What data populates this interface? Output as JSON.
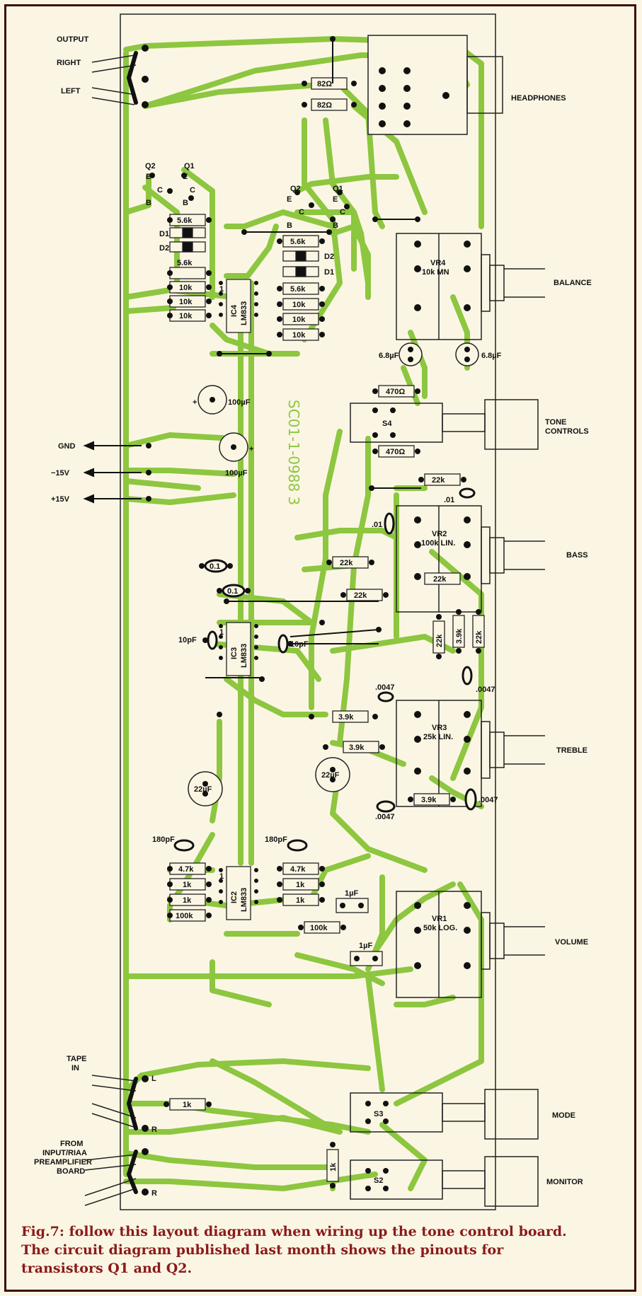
{
  "colors": {
    "trace": "#8dc63f",
    "board_bg": "#fbf6e4",
    "frame": "#3a0e0e",
    "caption": "#8b1a1a",
    "pad": "#111111"
  },
  "connectors": {
    "output": "OUTPUT",
    "right": "RIGHT",
    "left": "LEFT",
    "headphones": "HEADPHONES",
    "balance": "BALANCE",
    "tone_controls_1": "TONE",
    "tone_controls_2": "CONTROLS",
    "bass": "BASS",
    "treble": "TREBLE",
    "volume": "VOLUME",
    "mode": "MODE",
    "monitor": "MONITOR",
    "gnd": "GND",
    "minus15": "−15V",
    "plus15": "+15V",
    "tape_1": "TAPE",
    "tape_2": "IN",
    "tape_l": "L",
    "tape_r": "R",
    "from_1": "FROM",
    "from_2": "INPUT/RIAA",
    "from_3": "PREAMPLIFIER",
    "from_4": "BOARD",
    "from_r": "R"
  },
  "components": {
    "r82a": "82Ω",
    "r82b": "82Ω",
    "q2_left": "Q2",
    "q1_left": "Q1",
    "q2_right": "Q2",
    "q1_right": "Q1",
    "e": "E",
    "c": "C",
    "b": "B",
    "r56_1": "5.6k",
    "r56_2": "5.6k",
    "r56_3": "5.6k",
    "r56_4": "5.6k",
    "d1": "D1",
    "d2": "D2",
    "r10k": "10k",
    "ic4_1": "IC4",
    "ic4_2": "LM833",
    "ic3_1": "IC3",
    "ic3_2": "LM833",
    "ic2_1": "IC2",
    "ic2_2": "LM833",
    "pin1": "1",
    "vr4_1": "VR4",
    "vr4_2": "10k MN",
    "c68": "6.8µF",
    "r470": "470Ω",
    "s4": "S4",
    "s3": "S3",
    "s2": "S2",
    "c100": "100µF",
    "plus": "+",
    "board_code": "SC01-1-0988 3",
    "r22k": "22k",
    "c01": ".01",
    "vr2_1": "VR2",
    "vr2_2": "100k LIN.",
    "c01uf": "0.1",
    "c10pf": "10pF",
    "r39k": "3.9k",
    "c0047": ".0047",
    "vr3_1": "VR3",
    "vr3_2": "25k LIN.",
    "c22": "22µF",
    "c180": "180pF",
    "r47k": "4.7k",
    "r1k": "1k",
    "r100k": "100k",
    "c1uf": "1µF",
    "vr1_1": "VR1",
    "vr1_2": "50k LOG."
  },
  "caption": {
    "line1": "Fig.7: follow this layout diagram when wiring up the tone control board.",
    "line2": "The circuit diagram published last month shows the pinouts for",
    "line3": "transistors Q1 and Q2."
  }
}
